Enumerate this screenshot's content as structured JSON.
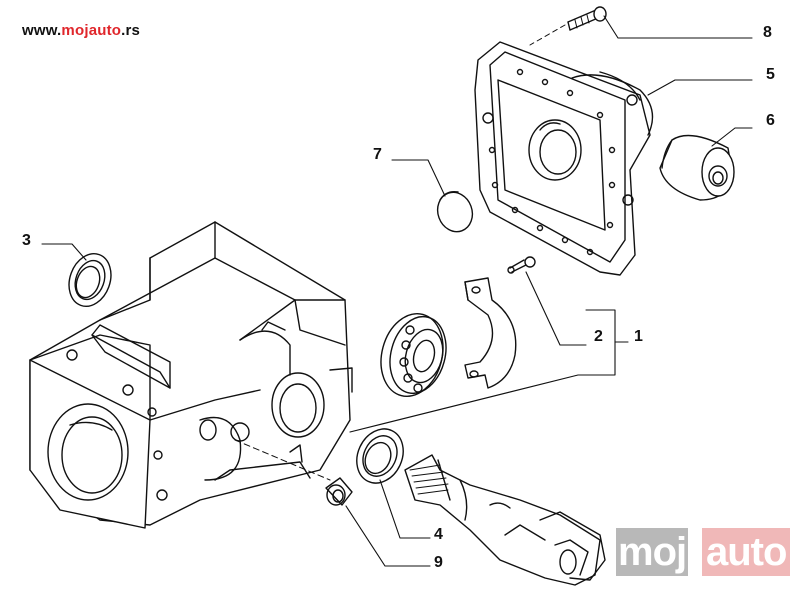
{
  "site": {
    "prefix": "www.",
    "brand": "mojauto",
    "suffix": ".rs"
  },
  "watermark": {
    "part1": "moj",
    "part2": "auto"
  },
  "callouts": {
    "c1": "1",
    "c2": "2",
    "c3": "3",
    "c4": "4",
    "c5": "5",
    "c6": "6",
    "c7": "7",
    "c8": "8",
    "c9": "9"
  },
  "colors": {
    "line": "#111111",
    "brand": "#e0262b",
    "watermark_gray": "#b8b8b8",
    "watermark_red": "#f0b8b8"
  }
}
